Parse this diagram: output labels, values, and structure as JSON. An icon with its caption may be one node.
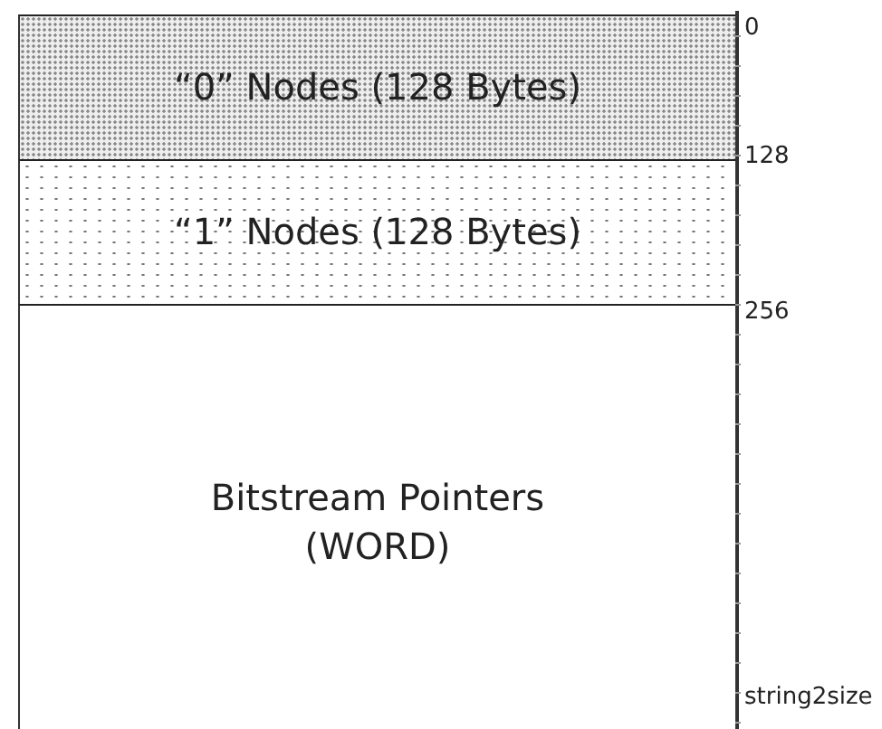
{
  "diagram": {
    "nodes": [
      {
        "text": [
          "“0” Nodes (128 Bytes)"
        ]
      },
      {
        "text": [
          "“1” Nodes (128 Bytes)"
        ]
      },
      {
        "text": [
          "Bitstream Pointers (WORD)"
        ]
      }
    ],
    "edges": [],
    "labels": [
      "0",
      "128",
      "256",
      "string2size"
    ]
  }
}
